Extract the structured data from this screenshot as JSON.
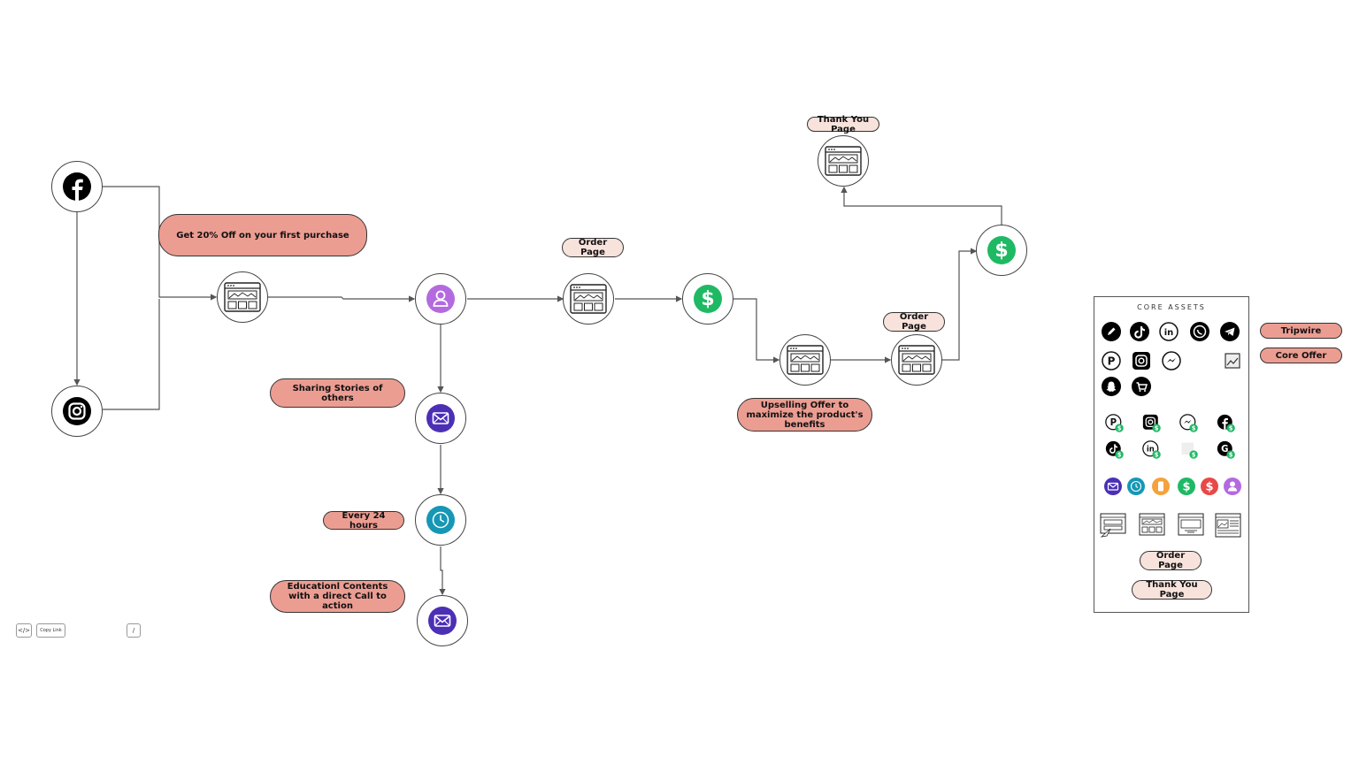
{
  "labels": {
    "offer": "Get 20% Off on your first purchase",
    "order_page_1": "Order Page",
    "order_page_2": "Order Page",
    "thank_you": "Thank You Page",
    "sharing": "Sharing  Stories of others",
    "every24": "Every 24 hours",
    "education": "Educationl Contents with a direct Call  to action",
    "upselling": "Upselling Offer to maximize the product's benefits",
    "tripwire": "Tripwire",
    "core_offer": "Core Offer"
  },
  "panel": {
    "title": "CORE ASSETS",
    "order_page": "Order Page",
    "thank_you": "Thank You Page"
  },
  "toolbar": {
    "embed": "</>",
    "copy_link": "Copy Link",
    "slash": "/"
  },
  "colors": {
    "pill_fill": "#ec9d92",
    "pill_light": "#f8e2dc",
    "dollar_green": "#1fb964",
    "user_purple": "#b36adf",
    "email_indigo": "#4b2fb5",
    "timer_teal": "#1597b5"
  },
  "icons": [
    "facebook-icon",
    "instagram-icon",
    "landing-page-icon",
    "user-icon",
    "email-icon",
    "timer-icon",
    "dollar-icon"
  ]
}
